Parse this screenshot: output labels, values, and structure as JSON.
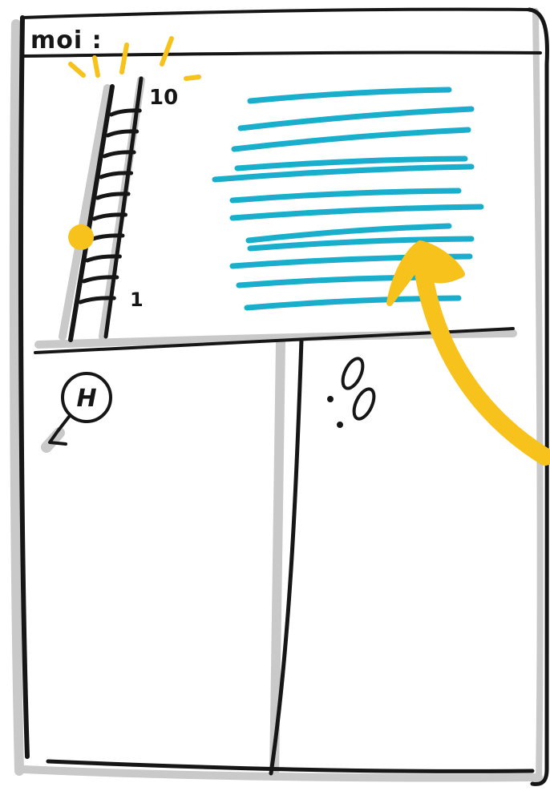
{
  "header": {
    "label": "moi :"
  },
  "scale": {
    "top_label": "10",
    "bottom_label": "1",
    "rungs": 10,
    "marker_level": 4
  },
  "bottom_left": {
    "icon": "magnifier-h-icon",
    "glyph": "H"
  },
  "bottom_right": {
    "icon": "footprints-icon"
  },
  "colors": {
    "ink": "#161616",
    "accent": "#f7c21c",
    "lines": "#1aaecd",
    "shadow": "#c9c9c9"
  }
}
